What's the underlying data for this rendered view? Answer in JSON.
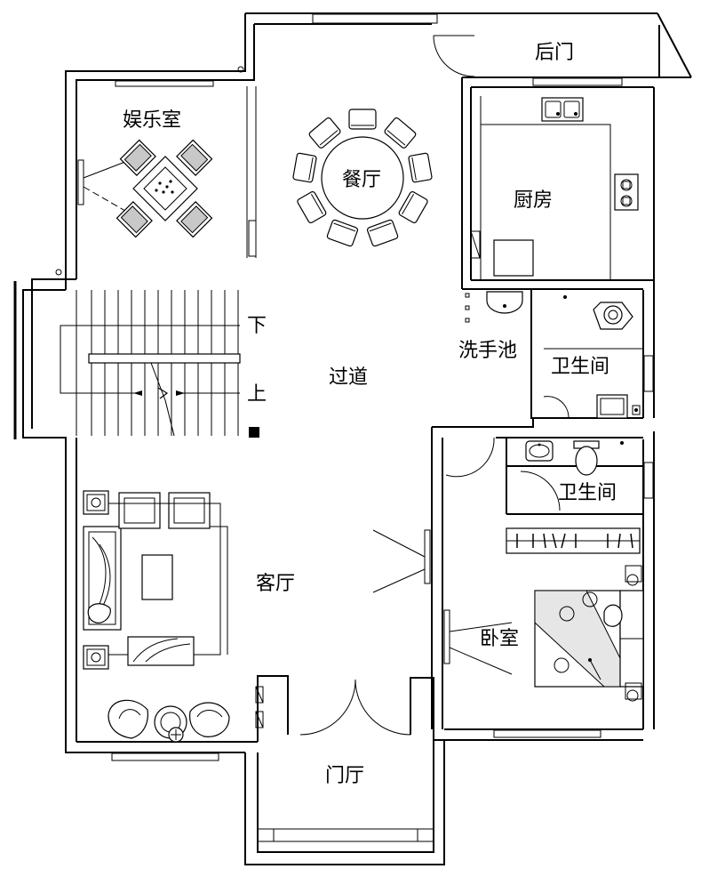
{
  "rooms": {
    "entertainment": "娱乐室",
    "dining": "餐厅",
    "back_door": "后门",
    "kitchen": "厨房",
    "down": "下",
    "up": "上",
    "corridor": "过道",
    "washbasin": "洗手池",
    "bathroom_1": "卫生间",
    "bathroom_2": "卫生间",
    "living_room": "客厅",
    "bedroom": "卧室",
    "foyer": "门厅"
  }
}
